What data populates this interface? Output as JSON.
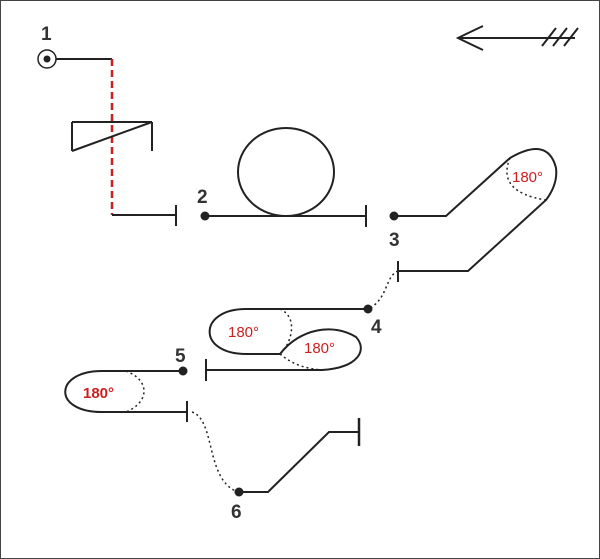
{
  "figure": {
    "colors": {
      "line": "#222222",
      "accent": "#cc1f1f",
      "text": "#333333",
      "border": "#444444"
    },
    "points": [
      {
        "label": "1"
      },
      {
        "label": "2"
      },
      {
        "label": "3"
      },
      {
        "label": "4"
      },
      {
        "label": "5"
      },
      {
        "label": "6"
      }
    ],
    "turn_labels": [
      "180°",
      "180°",
      "180°",
      "180°"
    ],
    "icons": [
      "direction-arrow-icon",
      "start-target-icon"
    ]
  }
}
